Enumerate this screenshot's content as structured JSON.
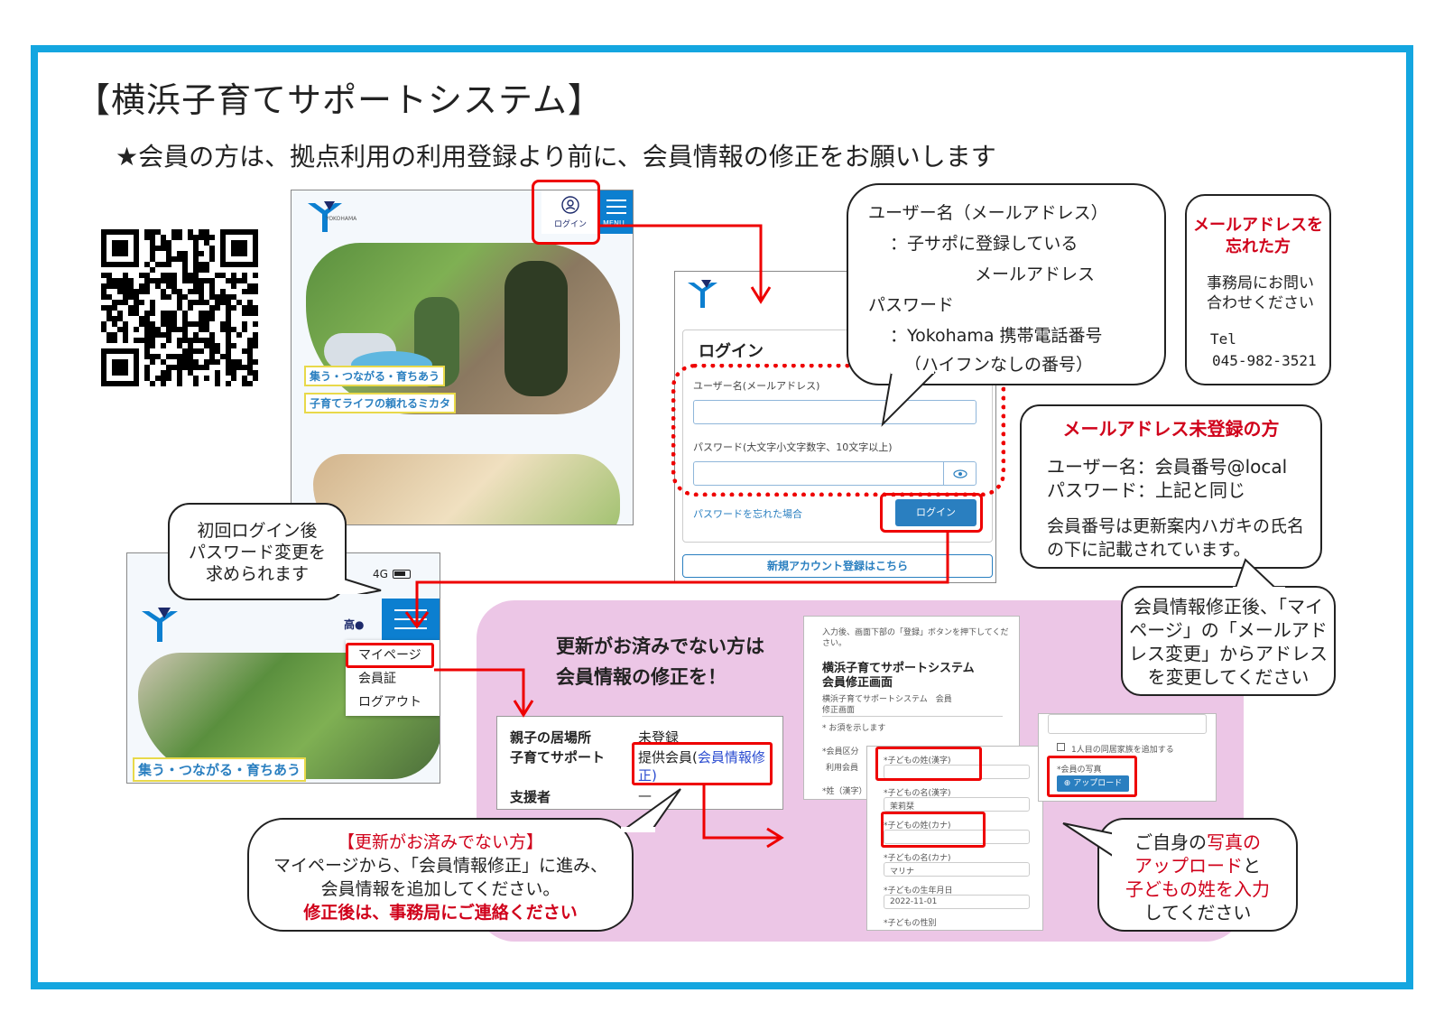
{
  "title": "【横浜子育てサポートシステム】",
  "subtitle": "★会員の方は、拠点利用の利用登録より前に、会員情報の修正をお願いします",
  "site": {
    "logo_text": "YOKOHAMA",
    "login_icon_label": "ログイン",
    "menu_label": "MENU",
    "tagline1": "集う・つながる・育ちあう",
    "tagline2": "子育てライフの頼れるミカタ"
  },
  "login_form": {
    "heading": "ログイン",
    "username_label": "ユーザー名(メールアドレス)",
    "password_label": "パスワード(大文字小文字数字、10文字以上)",
    "forgot_link": "パスワードを忘れた場合",
    "login_button": "ログイン",
    "register_link": "新規アカウント登録はこちら"
  },
  "credentials_bubble": {
    "line1": "ユーザー名（メールアドレス）",
    "line2": "：子サポに登録している",
    "line3": "メールアドレス",
    "line4": "パスワード",
    "line5": "：Yokohama 携帯電話番号",
    "line6": "（ハイフンなしの番号）"
  },
  "forgot_email_box": {
    "title_line1": "メールアドレスを",
    "title_line2": "忘れた方",
    "body_line1": "事務局にお問い",
    "body_line2": "合わせください",
    "tel_label": "Tel",
    "tel_number": "045-982-3521"
  },
  "no_email_box": {
    "title": "メールアドレス未登録の方",
    "line1": "ユーザー名：会員番号@local",
    "line2": "パスワード：上記と同じ",
    "line3": "会員番号は更新案内ハガキの氏名",
    "line4": "の下に記載されています。"
  },
  "first_login_bubble": {
    "line1": "初回ログイン後",
    "line2": "パスワード変更を",
    "line3": "求められます"
  },
  "mobile": {
    "status_text": "4G",
    "user_badge": "高●",
    "menu_items": [
      "マイページ",
      "会員証",
      "ログアウト"
    ],
    "tagline": "集う・つながる・育ちあう"
  },
  "after_edit_bubble": {
    "line1": "会員情報修正後、「マイ",
    "line2": "ページ」の「メールアド",
    "line3": "レス変更」からアドレス",
    "line4": "を変更してください"
  },
  "pink_area": {
    "heading_line1": "更新がお済みでない方は",
    "heading_line2": "会員情報の修正を！"
  },
  "status_table": {
    "rows": [
      {
        "label": "親子の居場所",
        "value": "未登録"
      },
      {
        "label": "子育てサポート",
        "value": "提供会員(",
        "link": "会員情報修",
        "link2": "正)"
      },
      {
        "label": "支援者",
        "value": "—"
      }
    ]
  },
  "edit_form": {
    "intro": "入力後、画面下部の「登録」ボタンを押下してください。",
    "title_line1": "横浜子育てサポートシステム",
    "title_line2": "会員修正画面",
    "breadcrumb": "横浜子育てサポートシステム　会員修正画面",
    "required_note": "* お須を示します",
    "member_type_label": "*会員区分",
    "member_type_value": "利用会員",
    "surname_label": "*姓（漢字）",
    "child_surname_kanji": "*子どもの姓(漢字)",
    "child_name_kanji": "*子どもの名(漢字)",
    "child_name_kanji_value": "茉莉栞",
    "child_surname_kana": "*子どもの姓(カナ)",
    "child_name_kana": "*子どもの名(カナ)",
    "child_name_kana_value": "マリナ",
    "birthday_label": "*子どもの生年月日",
    "birthday_value": "2022-11-01",
    "gender_label": "*子どもの性別",
    "add_family": "1人目の同居家族を追加する",
    "photo_label": "*会員の写真",
    "upload_button": "アップロード"
  },
  "not_updated_bubble": {
    "title": "【更新がお済みでない方】",
    "line1": "マイページから、「会員情報修正」に進み、",
    "line2": "会員情報を追加してください。",
    "line3": "修正後は、事務局にご連絡ください"
  },
  "photo_bubble": {
    "line1a": "ご自身の",
    "line1b": "写真の",
    "line2a": "アップロード",
    "line2b": "と",
    "line3": "子どもの姓を入力",
    "line4": "してください"
  },
  "colors": {
    "accent": "#14a6e0",
    "red": "#e00000",
    "pink": "#ecc6e6",
    "navy": "#1d2a6b"
  }
}
